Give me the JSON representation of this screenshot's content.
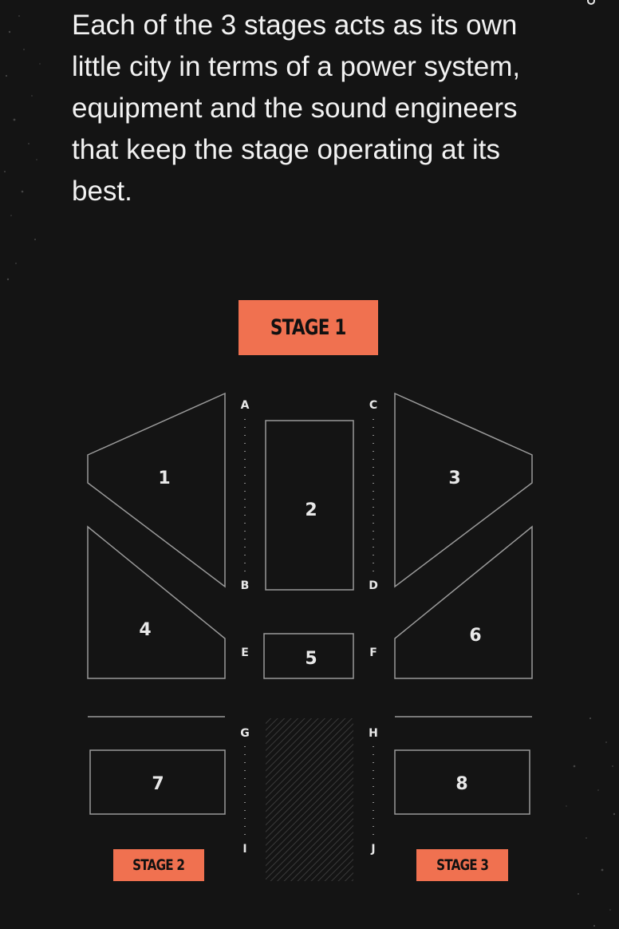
{
  "intro_text": "Each of the 3 stages acts as its own little city in terms of a power system, equipment and the sound engineers that keep the stage operating at its best.",
  "stages": {
    "stage1": "STAGE 1",
    "stage2": "STAGE 2",
    "stage3": "STAGE 3"
  },
  "sections": {
    "s1": "1",
    "s2": "2",
    "s3": "3",
    "s4": "4",
    "s5": "5",
    "s6": "6",
    "s7": "7",
    "s8": "8"
  },
  "aisles": {
    "a": "A",
    "b": "B",
    "c": "C",
    "d": "D",
    "e": "E",
    "f": "F",
    "g": "G",
    "h": "H",
    "i": "I",
    "j": "J"
  },
  "colors": {
    "background": "#141414",
    "accent": "#f07150",
    "outline": "#9a9a9a",
    "text": "#f2f2f2"
  }
}
